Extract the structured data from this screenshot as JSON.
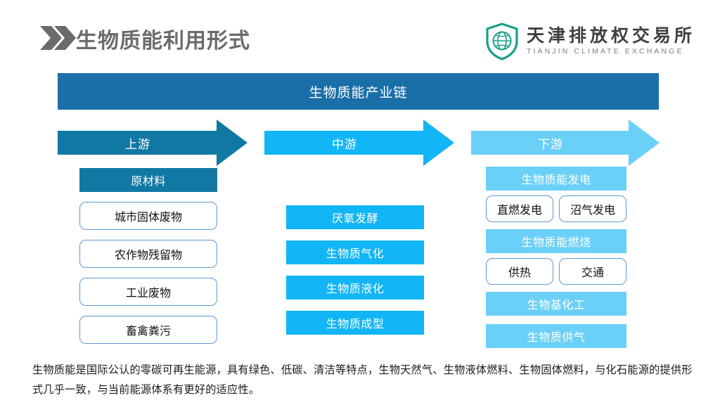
{
  "header": {
    "title": "生物质能利用形式",
    "chevron_icon": "double-chevron-right-icon",
    "logo": {
      "mark_icon": "shield-globe-icon",
      "name_cn": "天津排放权交易所",
      "name_en": "TIANJIN CLIMATE EXCHANGE",
      "mark_color": "#18a087",
      "name_color": "#3f3f3f"
    }
  },
  "banner": {
    "label": "生物质能产业链",
    "color": "#1a6fa8"
  },
  "stages": [
    {
      "label": "上游",
      "color": "#1178a3"
    },
    {
      "label": "中游",
      "color": "#12b5f5"
    },
    {
      "label": "下游",
      "color": "#6bd0f7"
    }
  ],
  "upstream": {
    "heading": "原材料",
    "items": [
      "城市固体废物",
      "农作物残留物",
      "工业废物",
      "畜禽粪污"
    ]
  },
  "midstream": {
    "items": [
      "厌氧发酵",
      "生物质气化",
      "生物质液化",
      "生物质成型"
    ]
  },
  "downstream": {
    "groups": [
      {
        "heading": "生物质能发电",
        "children": [
          "直燃发电",
          "沼气发电"
        ]
      },
      {
        "heading": "生物质能燃烧",
        "children": [
          "供热",
          "交通"
        ]
      },
      {
        "heading": "生物基化工",
        "children": []
      },
      {
        "heading": "生物质供气",
        "children": []
      }
    ]
  },
  "footer": {
    "note": "生物质能是国际公认的零碳可再生能源，具有绿色、低碳、清洁等特点，生物天然气、生物液体燃料、生物固体燃料，与化石能源的提供形式几乎一致，与当前能源体系有更好的适应性。"
  }
}
